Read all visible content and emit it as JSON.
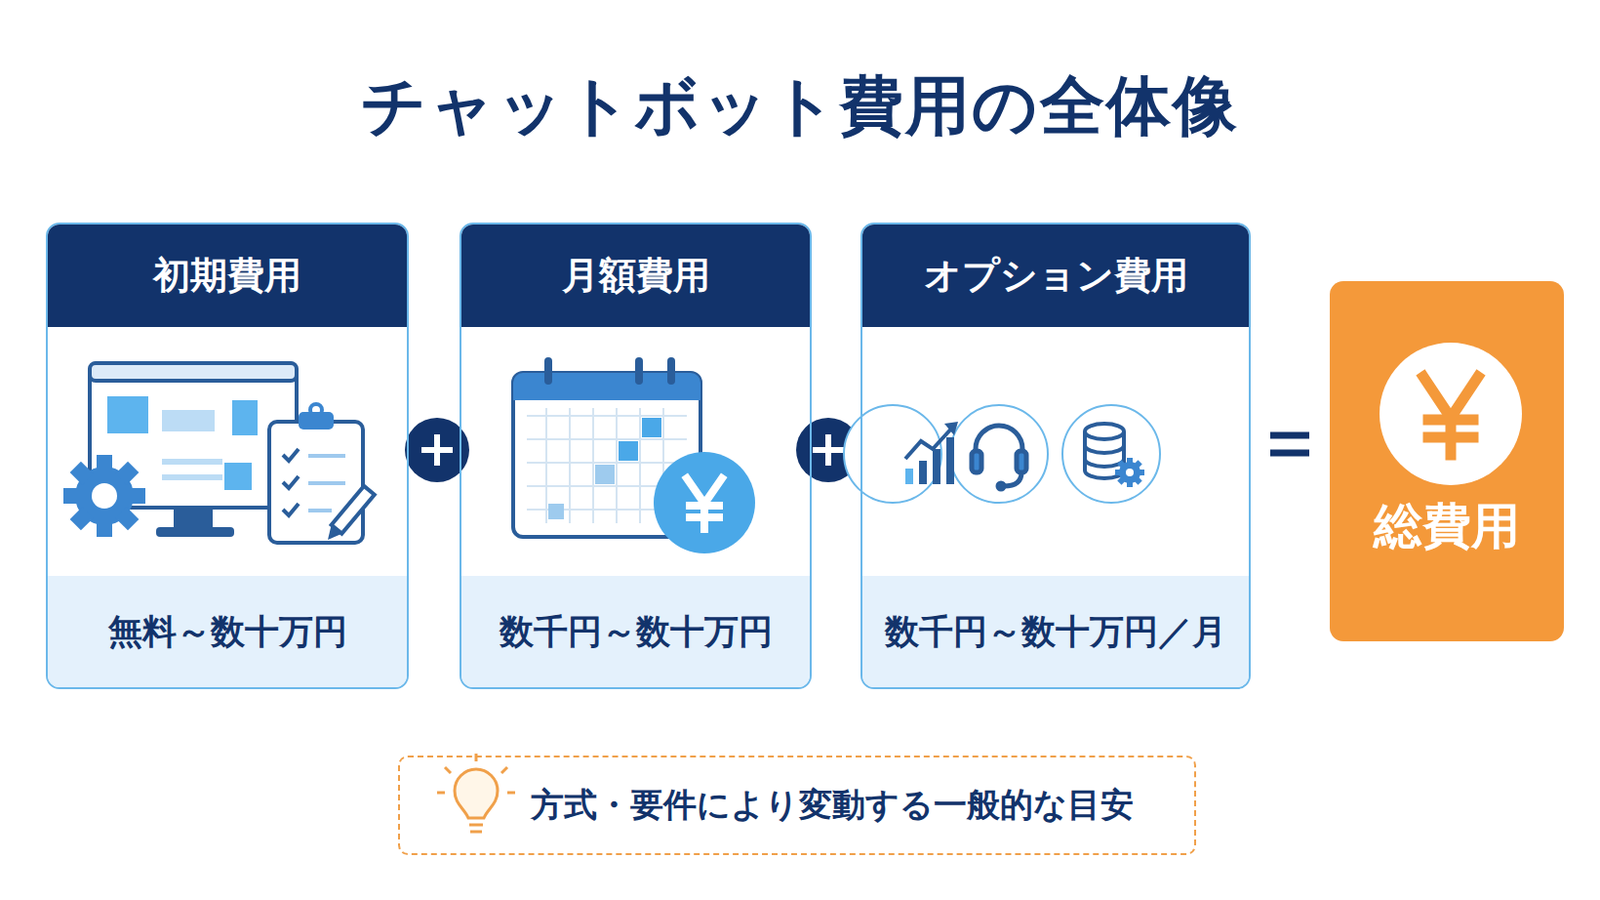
{
  "diagram": {
    "title": "チャットボット費用の全体像",
    "nodes": [
      {
        "text": [
          "初期費用",
          "無料～数十万円"
        ]
      },
      {
        "text": [
          "月額費用",
          "数千円～数十万円"
        ]
      },
      {
        "text": [
          "オプション費用",
          "数千円～数十万円／月"
        ]
      },
      {
        "text": [
          "総費用"
        ]
      },
      {
        "text": [
          "方式・要件により変動する一般的な目安"
        ]
      }
    ]
  }
}
